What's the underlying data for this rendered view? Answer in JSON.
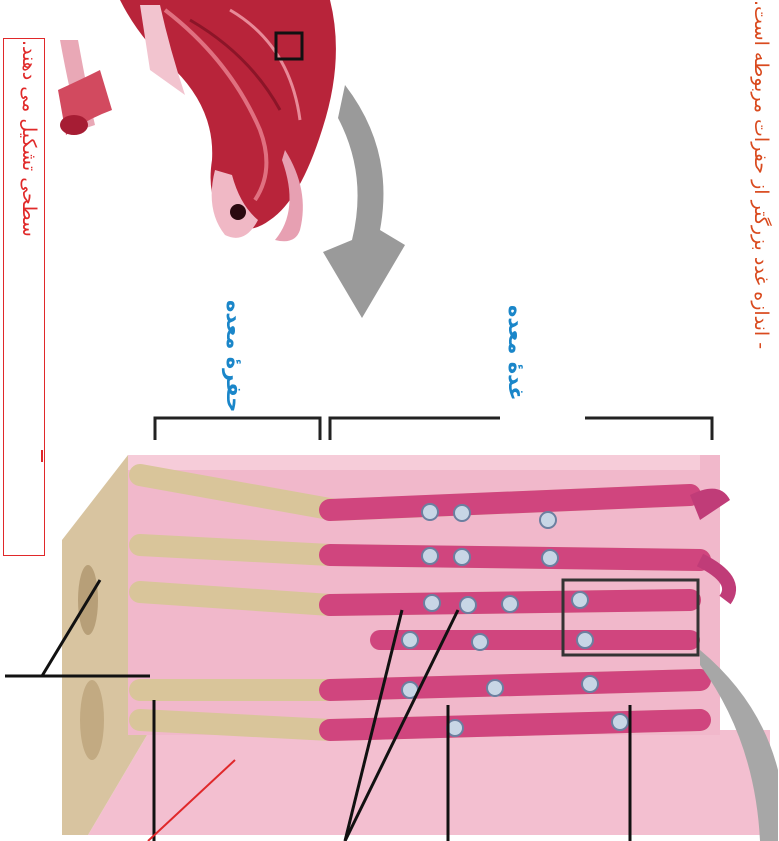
{
  "figure": {
    "labels": {
      "gastric_pit": "حفرهٔ معده",
      "gastric_gland": "غدهٔ معده"
    },
    "notes": {
      "box_note": "سطحی تشکیل می دهند.",
      "side_note": "- اندازه غدد بزرگتر از حفرات مربوطه است."
    }
  },
  "colors": {
    "annotation_red": "#e0282a",
    "label_blue": "#1a86c9",
    "side_note_orange": "#d94a1e",
    "tissue_pink": "#f1b8cb",
    "pit_tan": "#c9b08a",
    "gland_magenta": "#d0457e",
    "stomach_red": "#b8243a"
  }
}
